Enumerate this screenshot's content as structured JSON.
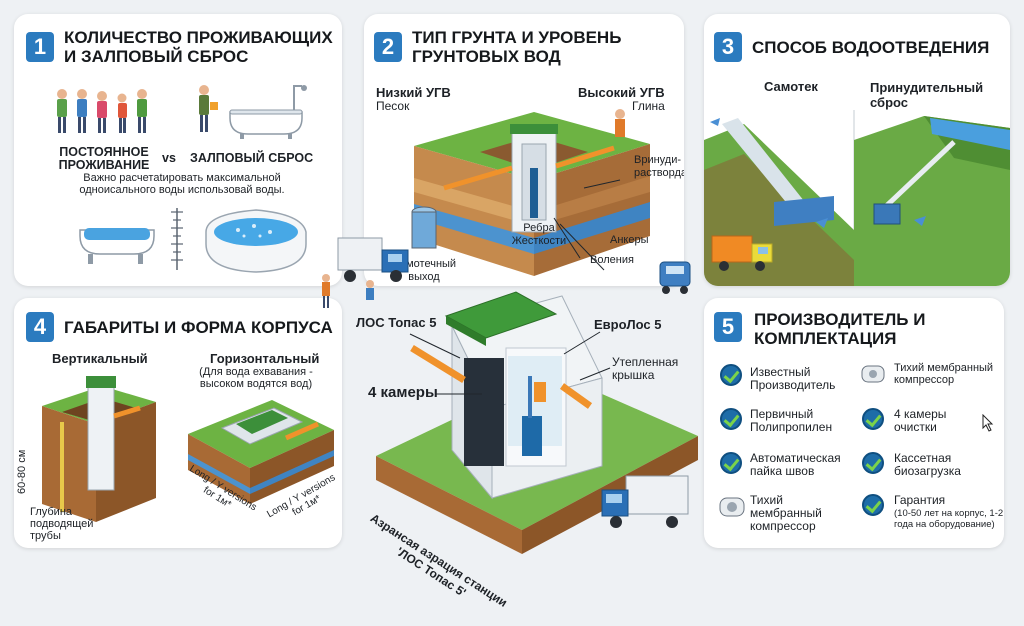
{
  "card1": {
    "number": "1",
    "title": "КОЛИЧЕСТВО ПРОЖИВАЮЩИХ И ЗАЛПОВЫЙ СБРОС",
    "left_label": "ПОСТОЯННОЕ ПРОЖИВАНИЕ",
    "vs": "vs",
    "right_label": "ЗАЛПОВЫЙ СБРОС",
    "note": "Важно расчетаtировать максимальной одноисального воды использовай воды."
  },
  "card2": {
    "number": "2",
    "title": "ТИП ГРУНТА И УРОВЕНЬ ГРУНТОВЫХ ВОД",
    "low_title": "Низкий УГВ",
    "low_sub": "Песок",
    "high_title": "Высокий УГВ",
    "high_sub": "Глина",
    "label_vrinudi": "Вринуди-растворда",
    "label_ribs": "Ребра Жесткости",
    "label_anchors": "Анкеры",
    "label_volenia": "Воления",
    "label_outlet": "Самотечный выход"
  },
  "card3": {
    "number": "3",
    "title": "СПОСОБ ВОДООТВЕДЕНИЯ",
    "left_label": "Самотек",
    "right_label": "Принудительный сброс"
  },
  "card4": {
    "number": "4",
    "title": "ГАБАРИТЫ И ФОРМА КОРПУСА",
    "vertical": "Вертикальный",
    "horizontal": "Горизонтальный",
    "horizontal_note": "(Для вода ехвавания - высоком водятся вод)",
    "depth": "60-80 см",
    "pipe_depth": "Глубина подводящей трубы",
    "dim_label_1": "Long / Y versions for 1м*",
    "dim_label_2": "Long / Y versions for 1м*"
  },
  "center": {
    "label_topas": "ЛОС Топас 5",
    "label_eurolos": "ЕвроЛос 5",
    "label_lid": "Утепленная крышка",
    "label_chambers": "4 камеры",
    "caption": "Азрансая азрация станции 'ЛОС Топас 5'"
  },
  "card5": {
    "number": "5",
    "title": "ПРОИЗВОДИТЕЛЬ И КОМПЛЕКТАЦИЯ",
    "features": [
      {
        "text": "Известный Производитель",
        "icon": "check-icon"
      },
      {
        "text": "Тихий мембранный компрессор",
        "icon": "compressor-icon"
      },
      {
        "text": "Первичный Полипропилен",
        "icon": "check-icon"
      },
      {
        "text": "4 камеры очистки",
        "icon": "check-icon"
      },
      {
        "text": "Автоматическая пайка швов",
        "icon": "check-icon"
      },
      {
        "text": "Кассетная биозагрузка",
        "icon": "check-icon"
      },
      {
        "text": "Тихий мембранный компрессор",
        "icon": "compressor-icon"
      },
      {
        "text": "Гарантия",
        "icon": "check-icon"
      }
    ],
    "warranty_note": "(10-50 лет на корпус, 1-2 года на оборудование)"
  },
  "colors": {
    "accent": "#2b7bbf",
    "grass": "#5ea33a",
    "soil": "#b9793f",
    "water": "#3f8fd6",
    "pipe": "#f0922b"
  }
}
